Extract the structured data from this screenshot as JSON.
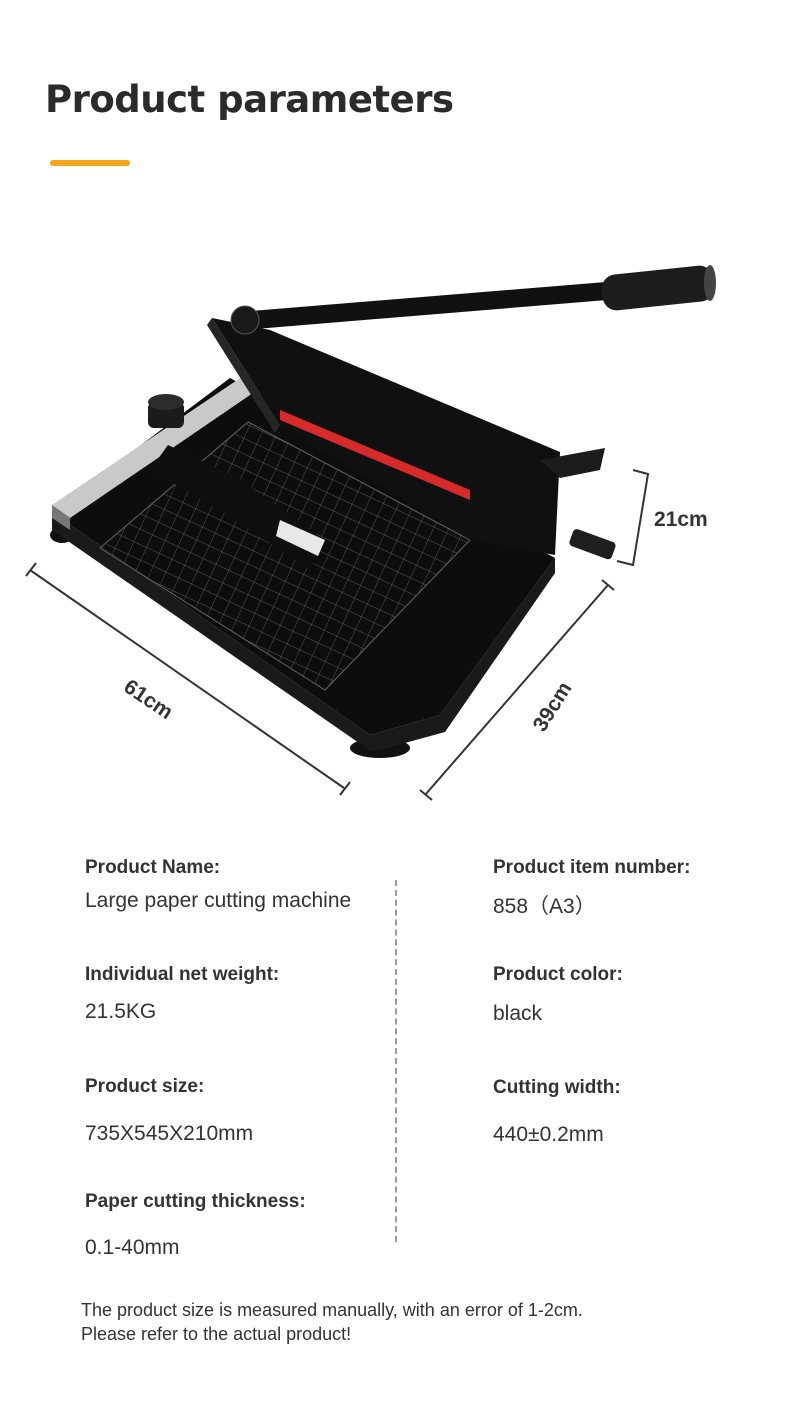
{
  "page": {
    "title": "Product parameters",
    "accent_color": "#f5a71b"
  },
  "dimensions": {
    "length": "61cm",
    "width": "39cm",
    "height": "21cm"
  },
  "specs": {
    "left": [
      {
        "label": "Product Name:",
        "value": "Large paper cutting machine"
      },
      {
        "label": "Individual net weight:",
        "value": "21.5KG"
      },
      {
        "label": "Product size:",
        "value": "735X545X210mm"
      },
      {
        "label": "Paper cutting thickness:",
        "value": "0.1-40mm"
      }
    ],
    "right": [
      {
        "label": "Product item number:",
        "value": "858（A3）"
      },
      {
        "label": "Product color:",
        "value": "black"
      },
      {
        "label": "Cutting width:",
        "value": "440±0.2mm"
      }
    ]
  },
  "note": {
    "line1": "The product size is measured manually, with an error of 1-2cm.",
    "line2": "Please refer to the actual product!"
  }
}
